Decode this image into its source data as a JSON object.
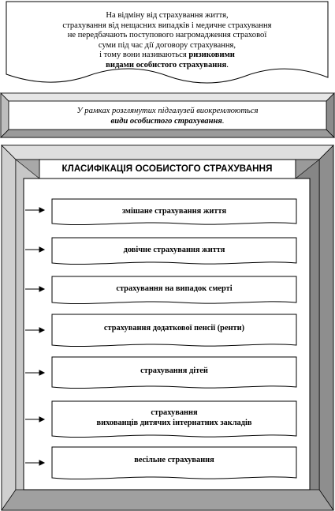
{
  "intro": {
    "line1": "На відміну від страхування життя,",
    "line2": "страхування від нещасних випадків і медичне страхування",
    "line3": "не передбачають поступового нагромадження страхової",
    "line4": "суми під час дії договору страхування,",
    "line5_prefix": "і тому вони називаються ",
    "line5_bold": "ризиковими",
    "line6_bold": "видами особистого страхування",
    "line6_suffix": "."
  },
  "subsector_note": {
    "line1": "У рамках розглянутих підгалузей виокремлюються",
    "line2_bold": "види особистого страхування",
    "line2_suffix": "."
  },
  "classification": {
    "title": "КЛАСИФІКАЦІЯ ОСОБИСТОГО СТРАХУВАННЯ",
    "items": [
      {
        "label": "змішане страхування життя"
      },
      {
        "label": "довічне страхування життя"
      },
      {
        "label": "страхування на випадок смерті"
      },
      {
        "label": "страхування додаткової пенсії (ренти)"
      },
      {
        "label": "страхування дітей"
      },
      {
        "label": "страхування",
        "label2": "вихованців дитячих інтернатних закладів"
      },
      {
        "label": "весільне страхування"
      }
    ]
  },
  "colors": {
    "frame_gray": "#b3b3b3",
    "frame_dark": "#7a7a7a",
    "frame_light": "#dcdcdc",
    "box_fill": "#ffffff",
    "stroke": "#000000"
  }
}
